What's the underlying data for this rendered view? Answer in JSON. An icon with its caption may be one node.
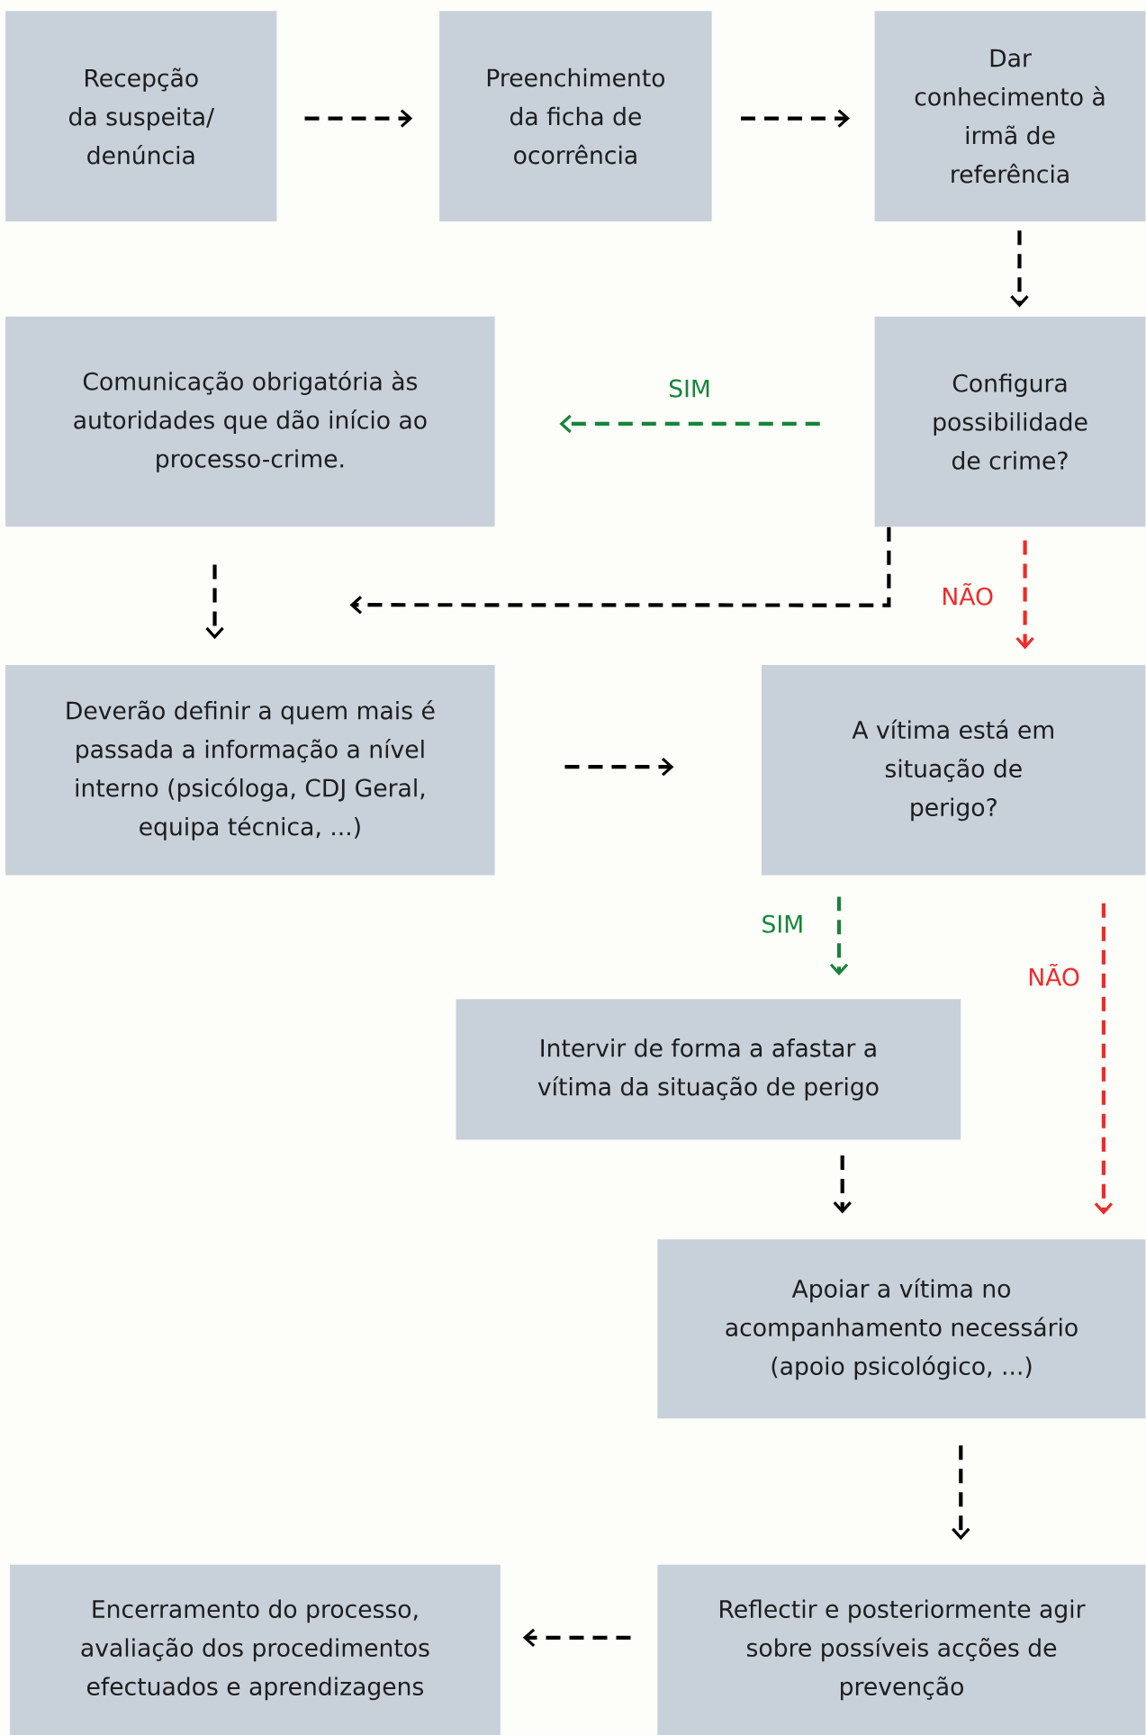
{
  "diagram": {
    "nodes": [
      {
        "text": [
          "Recepção da suspeita/ denúncia"
        ]
      },
      {
        "text": [
          "Preenchimento da ficha de ocorrência"
        ]
      },
      {
        "text": [
          "Dar conhecimento à irmã de referência"
        ]
      },
      {
        "text": [
          "Comunicação obrigatória às autoridades que dão início ao processo-crime."
        ]
      },
      {
        "text": [
          "Configura possibilidade de crime?"
        ]
      },
      {
        "text": [
          "Deverão definir a quem mais é passada a informação a nível interno (psicóloga, CDJ Geral, equipa técnica, ...)"
        ]
      },
      {
        "text": [
          "A vítima está em situação de perigo?"
        ]
      },
      {
        "text": [
          "Intervir de forma a afastar a vítima da situação de perigo"
        ]
      },
      {
        "text": [
          "Apoiar a vítima no acompanhamento necessário (apoio psicológico, ...)"
        ]
      },
      {
        "text": [
          "Encerramento do processo, avaliação dos procedimentos efectuados e aprendizagens"
        ]
      },
      {
        "text": [
          "Reflectir e posteriormente agir sobre possíveis acções de prevenção"
        ]
      }
    ],
    "edges": [
      {
        "from": 0,
        "to": 1,
        "arrow": "to"
      },
      {
        "from": 1,
        "to": 2,
        "arrow": "to"
      },
      {
        "from": 2,
        "to": 4,
        "arrow": "to"
      },
      {
        "from": 4,
        "to": 3,
        "arrow": "to",
        "label": "SIM",
        "color": "#16843a"
      },
      {
        "from": 4,
        "to": 6,
        "arrow": "to",
        "label": "NÃO",
        "color": "#f02a2a"
      },
      {
        "from": 4,
        "to": 5,
        "arrow": "to"
      },
      {
        "from": 3,
        "to": 5,
        "arrow": "to"
      },
      {
        "from": 5,
        "to": 6,
        "arrow": "to"
      },
      {
        "from": 6,
        "to": 7,
        "arrow": "to",
        "label": "SIM",
        "color": "#16843a"
      },
      {
        "from": 6,
        "to": 8,
        "arrow": "to",
        "label": "NÃO",
        "color": "#f02a2a"
      },
      {
        "from": 7,
        "to": 8,
        "arrow": "to"
      },
      {
        "from": 8,
        "to": 10,
        "arrow": "to"
      },
      {
        "from": 10,
        "to": 9,
        "arrow": "to"
      }
    ]
  }
}
